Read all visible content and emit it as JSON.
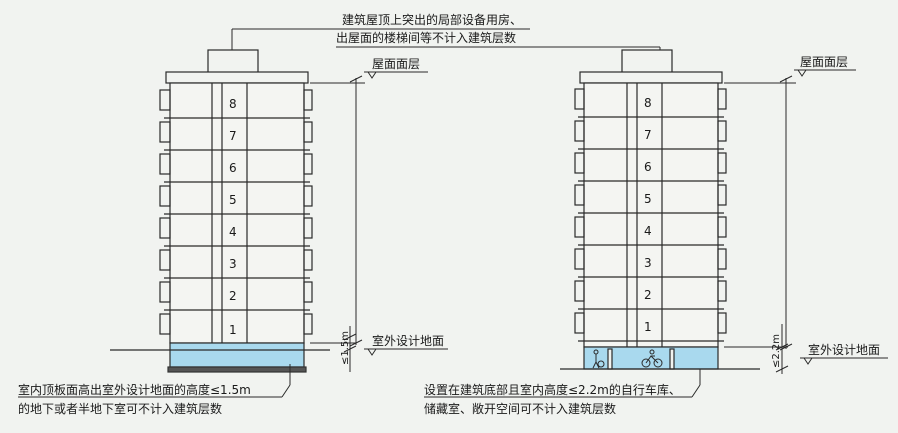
{
  "annotations": {
    "top_line1": "建筑屋顶上突出的局部设备用房、",
    "top_line2": "出屋面的楼梯间等不计入建筑层数",
    "roof_label_left": "屋面面层",
    "roof_label_right": "屋面面层",
    "ground_label_left": "室外设计地面",
    "ground_label_right": "室外设计地面",
    "dim_left": "≤1.5m",
    "dim_right": "≤2.2m",
    "bottom_left_line1": "室内顶板面高出室外设计地面的高度≤1.5m",
    "bottom_left_line2": "的地下或者半地下室可不计入建筑层数",
    "bottom_right_line1": "设置在建筑底部且室内高度≤2.2m的自行车库、",
    "bottom_right_line2": "储藏室、敞开空间可不计入建筑层数"
  },
  "left_floors": [
    "8",
    "7",
    "6",
    "5",
    "4",
    "3",
    "2",
    "1"
  ],
  "right_floors": [
    "8",
    "7",
    "6",
    "5",
    "4",
    "3",
    "2",
    "1"
  ],
  "colors": {
    "background": "#f1f3f0",
    "line": "#2a2a2a",
    "basement_fill": "#a9d9ee",
    "ground": "#555555"
  },
  "icons": {
    "bicycle": "bicycle-icon",
    "person_with_bike": "person-with-bike-icon"
  }
}
